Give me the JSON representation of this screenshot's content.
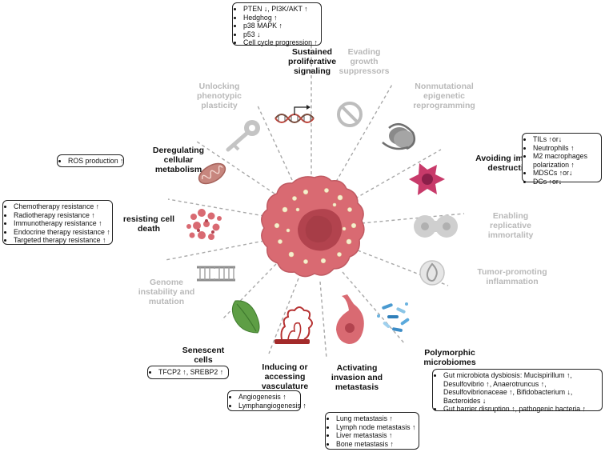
{
  "hallmarks": {
    "sustained": {
      "label": "Sustained\nproliferative\nsignaling"
    },
    "evading": {
      "label": "Evading\ngrowth\nsuppressors"
    },
    "nonmutational": {
      "label": "Nonmutational\nepigenetic\nreprogramming"
    },
    "avoiding": {
      "label": "Avoiding immune\ndestruction"
    },
    "replicative": {
      "label": "Enabling\nreplicative\nimmortality"
    },
    "inflammation": {
      "label": "Tumor-promoting\ninflammation"
    },
    "microbiomes": {
      "label": "Polymorphic\nmicrobiomes"
    },
    "invasion": {
      "label": "Activating\ninvasion and\nmetastasis"
    },
    "vasculature": {
      "label": "Inducing or\naccessing\nvasculature"
    },
    "senescent": {
      "label": "Senescent\ncells"
    },
    "genome": {
      "label": "Genome\ninstability and\nmutation"
    },
    "death": {
      "label": "resisting cell\ndeath"
    },
    "metabolism": {
      "label": "Deregulating\ncellular\nmetabolism"
    },
    "plasticity": {
      "label": "Unlocking\nphenotypic\nplasticity"
    }
  },
  "boxes": {
    "sustained": [
      "PTEN ↓, PI3K/AKT ↑",
      "Hedghog ↑",
      "p38 MAPK ↑",
      "p53 ↓",
      "Cell cycle progression ↑"
    ],
    "avoiding": [
      "TILs ↑or↓",
      "Neutrophils ↑",
      "M2 macrophages polarization ↑",
      "MDSCs ↑or↓",
      "DCs ↑or↓"
    ],
    "metabolism": [
      "ROS production ↑"
    ],
    "death": [
      "Chemotherapy resistance ↑",
      "Radiotherapy resistance ↑",
      "Immunotherapy resistance ↑",
      "Endocrine therapy resistance ↑",
      "Targeted therapy resistance ↑"
    ],
    "senescent": [
      "TFCP2 ↑, SREBP2 ↑"
    ],
    "vasculature": [
      "Angiogenesis ↑",
      "Lymphangiogenesis ↑"
    ],
    "invasion": [
      "Lung metastasis ↑",
      "Lymph node metastasis ↑",
      "Liver metastasis ↑",
      "Bone metastasis ↑"
    ],
    "microbiomes": [
      "Gut microbiota dysbiosis: Mucispirillum ↑, Desulfovibrio ↑, Anaerotruncus ↑, Desulfovibrionaceae ↑, Bifidobacterium ↓, Bacteroides ↓",
      "Gut barrier disruption ↑, pathogenic bacteria ↑"
    ]
  },
  "icons": {
    "center": "tumor-cell-icon",
    "sustained": "dna-signal-icon",
    "evading": "prohibition-icon",
    "nonmutational": "nucleosome-icon",
    "avoiding": "immune-cell-icon",
    "replicative": "dividing-cell-icon",
    "inflammation": "flame-icon",
    "microbiomes": "bacteria-icon",
    "invasion": "invading-cell-icon",
    "vasculature": "blood-vessel-icon",
    "senescent": "leaf-icon",
    "genome": "broken-dna-icon",
    "death": "dying-cell-icon",
    "metabolism": "mitochondrion-icon",
    "plasticity": "key-icon"
  },
  "colors": {
    "active_text": "#111111",
    "inactive_text": "#b9b9b9",
    "tumor_fill": "#d96a72",
    "tumor_core": "#b2434e",
    "dash": "#a8a8a8"
  }
}
